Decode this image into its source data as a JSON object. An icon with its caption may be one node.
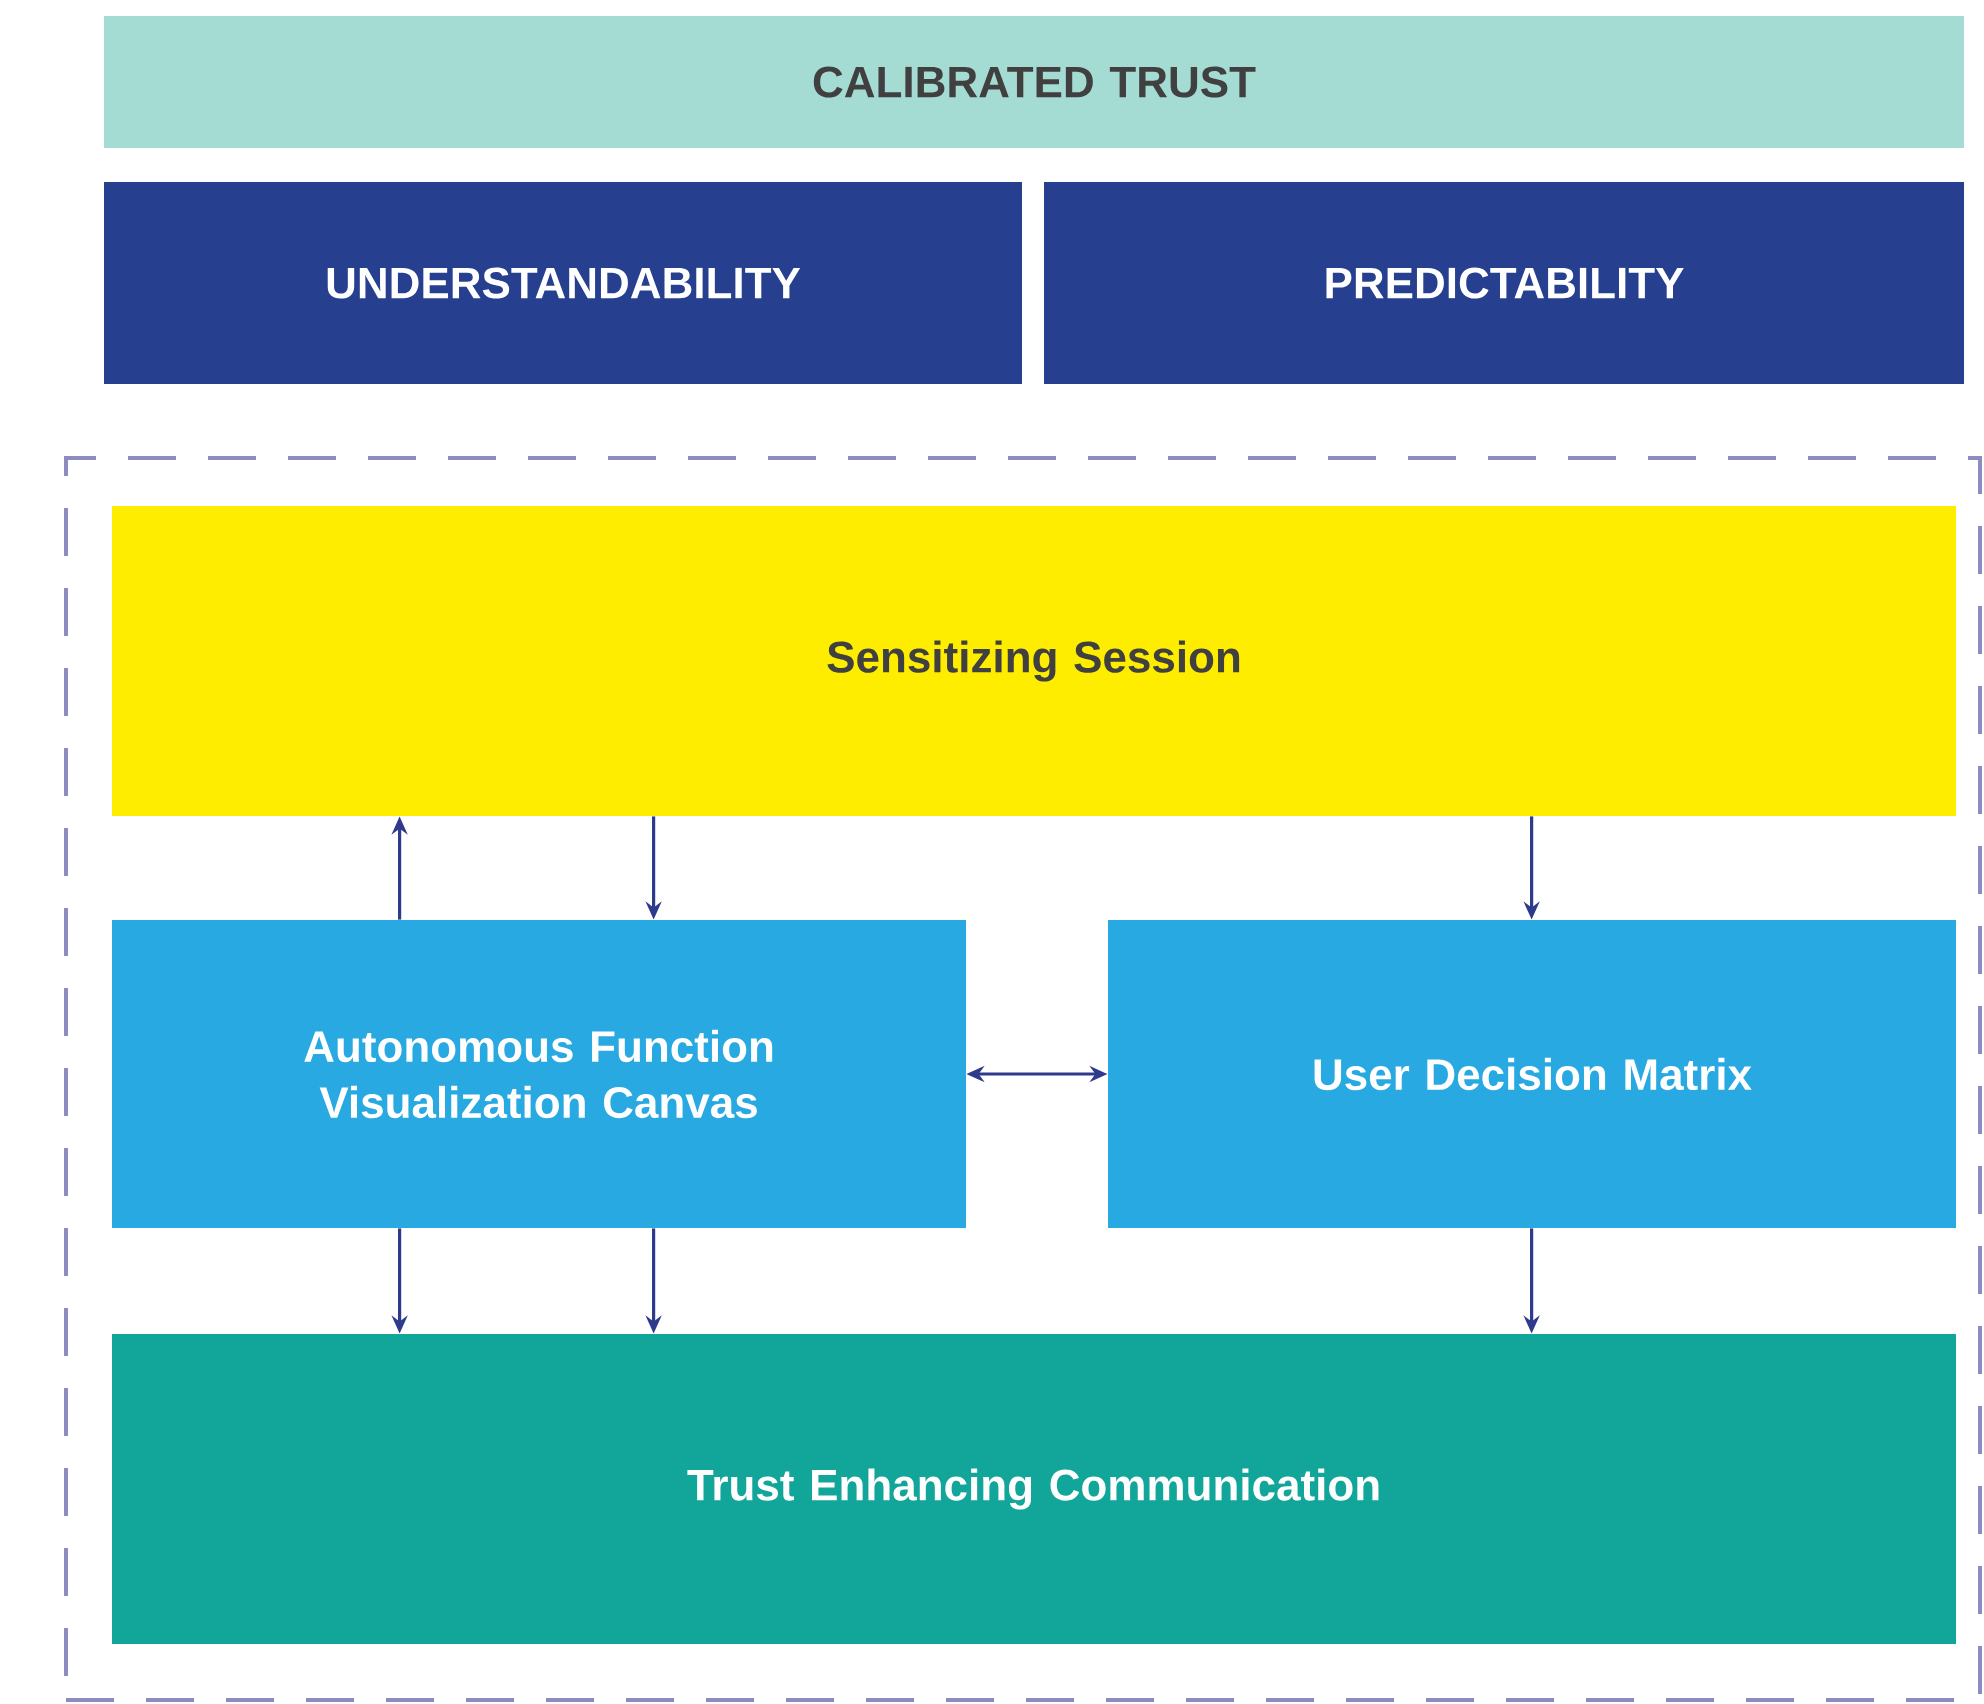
{
  "diagram": {
    "nodes": [
      {
        "text": [
          "CALIBRATED TRUST"
        ]
      },
      {
        "text": [
          "UNDERSTANDABILITY"
        ]
      },
      {
        "text": [
          "PREDICTABILITY"
        ]
      },
      {
        "text": [],
        "shape": "box"
      },
      {
        "text": [
          "Sensitizing Session"
        ],
        "in": 3
      },
      {
        "text": [
          "Autonomous Function Visualization Canvas"
        ],
        "in": 3
      },
      {
        "text": [
          "User Decision Matrix"
        ],
        "in": 3
      },
      {
        "text": [
          "Trust Enhancing Communication"
        ],
        "in": 3
      }
    ],
    "edges": [
      {
        "from": 5,
        "to": 4,
        "arrow": "to"
      },
      {
        "from": 4,
        "to": 5,
        "arrow": "to"
      },
      {
        "from": 4,
        "to": 6,
        "arrow": "to"
      },
      {
        "from": 5,
        "to": 6,
        "arrow": "both"
      },
      {
        "from": 5,
        "to": 7,
        "arrow": "to"
      },
      {
        "from": 5,
        "to": 7,
        "arrow": "to"
      },
      {
        "from": 6,
        "to": 7,
        "arrow": "to"
      }
    ]
  }
}
